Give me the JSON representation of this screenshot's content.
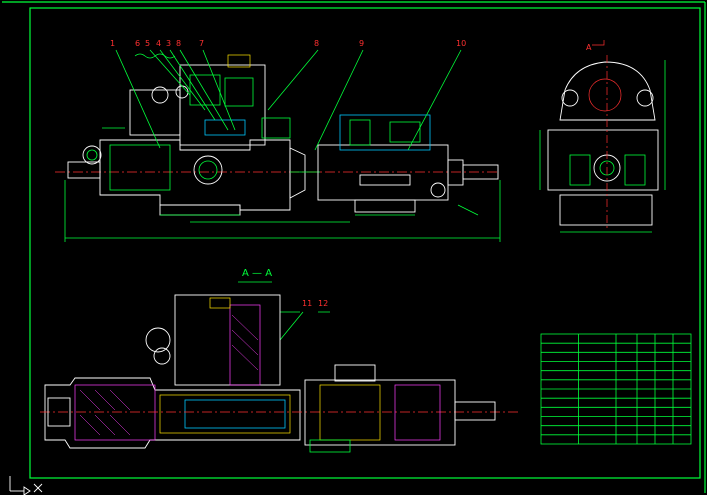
{
  "drawing": {
    "background": "#000000",
    "frame_color": "#00ff3a",
    "label_color": "#ff3030",
    "part_numbers": [
      "1",
      "6",
      "5",
      "4",
      "3",
      "8",
      "7",
      "8",
      "9",
      "10",
      "11",
      "12"
    ],
    "section_label": "A — A",
    "side_view_label": "A"
  },
  "title_block": {
    "rows": 12,
    "columns": 6
  }
}
